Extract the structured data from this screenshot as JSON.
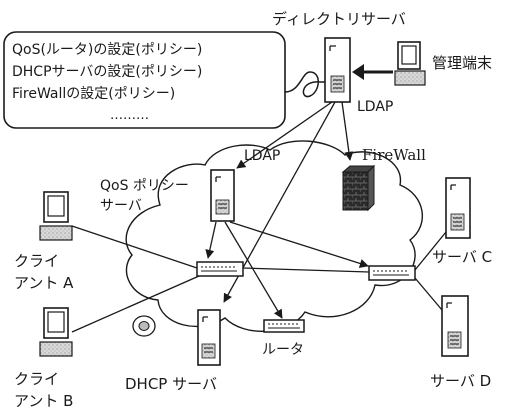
{
  "callout": {
    "lines": [
      "QoS(ルータ)の設定(ポリシー)",
      "DHCPサーバの設定(ポリシー)",
      "FireWallの設定(ポリシー)",
      "………"
    ]
  },
  "labels": {
    "directory_server": "ディレクトリサーバ",
    "admin_terminal": "管理端末",
    "ldap_top": "LDAP",
    "ldap_left": "LDAP",
    "firewall": "FireWall",
    "qos_server_line1": "QoS ポリシー",
    "qos_server_line2": "サーバ",
    "client_a_line1": "クライ",
    "client_a_line2": "アント A",
    "client_b_line1": "クライ",
    "client_b_line2": "アント B",
    "server_c": "サーバ C",
    "server_d": "サーバ D",
    "router": "ルータ",
    "dhcp_server": "DHCP サーバ"
  }
}
